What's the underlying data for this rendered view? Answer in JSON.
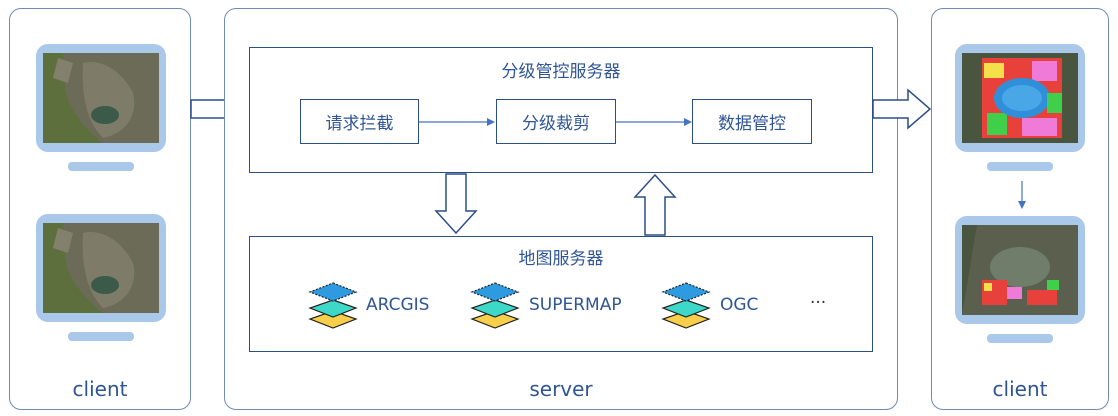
{
  "left_panel": {
    "caption": "client"
  },
  "server_panel": {
    "caption": "server",
    "tier_server": {
      "title": "分级管控服务器",
      "steps": [
        "请求拦截",
        "分级裁剪",
        "数据管控"
      ]
    },
    "map_server": {
      "title": "地图服务器",
      "layers": [
        "ARCGIS",
        "SUPERMAP",
        "OGC"
      ],
      "more": "···"
    }
  },
  "right_panel": {
    "caption": "client"
  },
  "colors": {
    "panel_border": "#6f8bb6",
    "text": "#2f5597",
    "arrow": "#4472c4",
    "monitor": "#a9c8ea",
    "layer_top": "#2e9be0",
    "layer_mid": "#3ed8c8",
    "layer_bottom": "#f7cf4a"
  },
  "icons": [
    "monitor-icon",
    "layers-icon",
    "hollow-arrow-right-icon",
    "hollow-arrow-down-icon",
    "hollow-arrow-up-icon"
  ]
}
